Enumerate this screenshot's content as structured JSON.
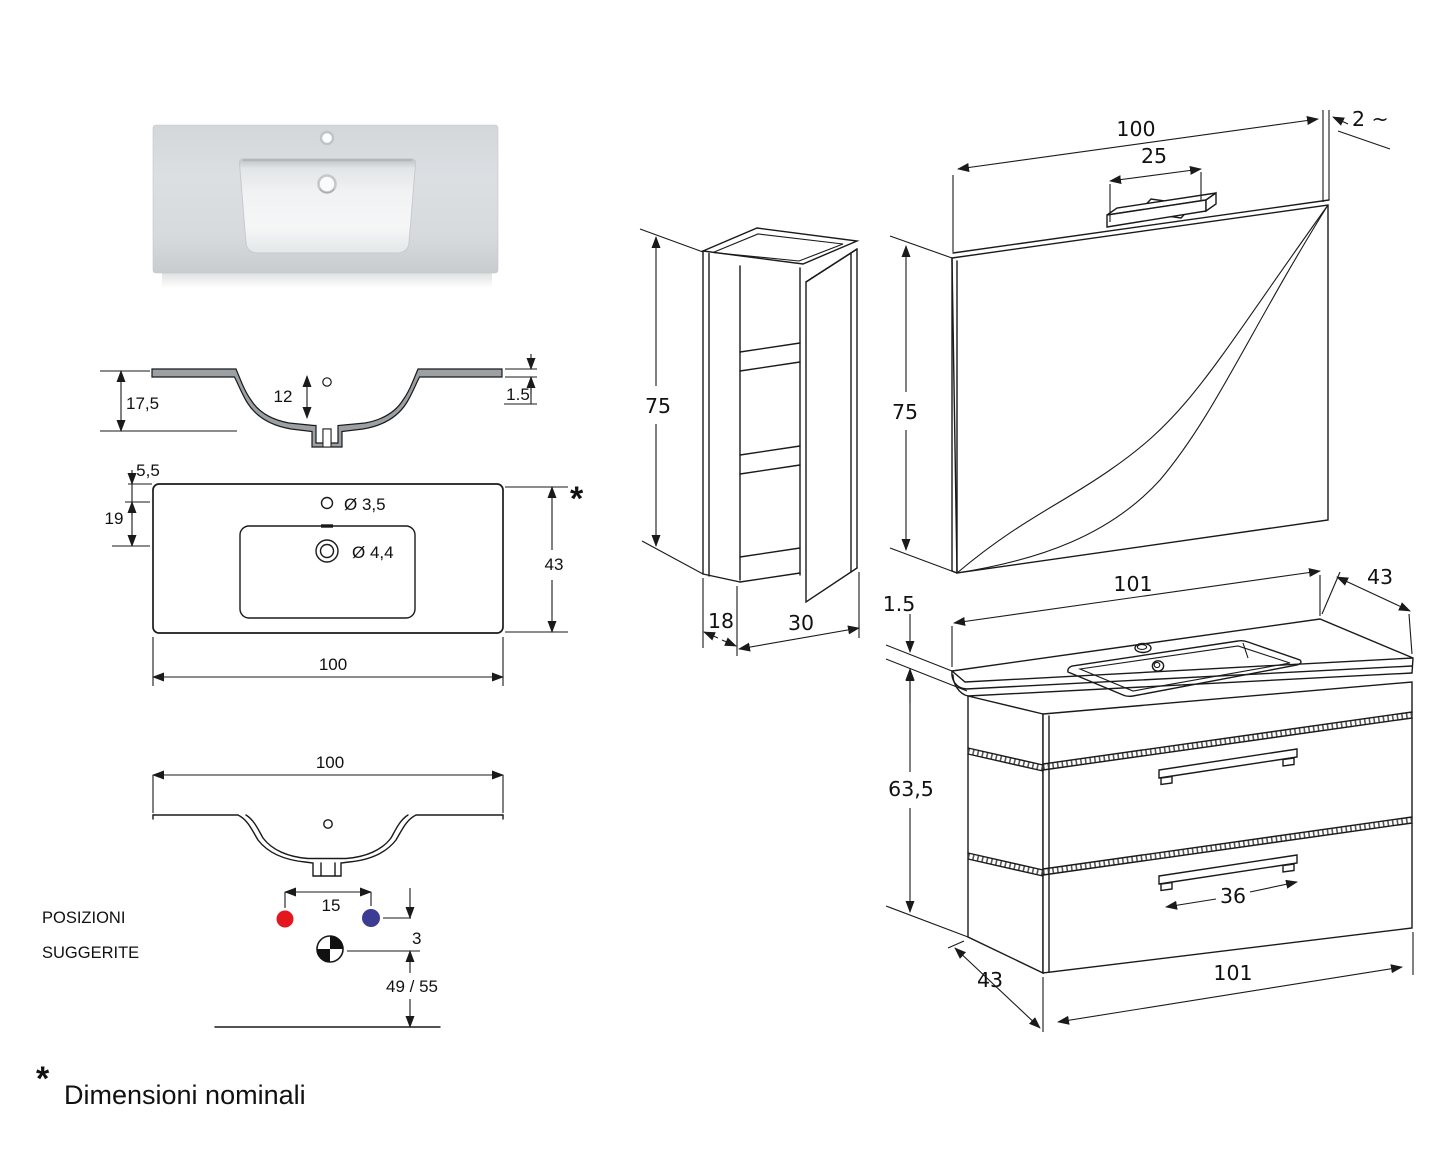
{
  "washbasin_section": {
    "total_height": "17,5",
    "basin_depth": "12",
    "rim_thickness": "1.5"
  },
  "washbasin_top_view": {
    "faucet_offset": "5,5",
    "drain_offset": "19",
    "faucet_hole": "Ø 3,5",
    "drain_hole": "Ø 4,4",
    "depth": "43",
    "width": "100",
    "nominal_mark": "*"
  },
  "positions_view": {
    "width": "100",
    "tap_spacing": "15",
    "drain_drop": "3",
    "drain_height_range": "49 / 55",
    "caption_line1": "POSIZIONI",
    "caption_line2": "SUGGERITE"
  },
  "wall_cabinet": {
    "height": "75",
    "depth": "18",
    "width": "30"
  },
  "mirror": {
    "width": "100",
    "lamp_width": "25",
    "thickness": "2 ~",
    "height": "75"
  },
  "vanity_unit": {
    "top_width": "101",
    "top_depth": "43",
    "top_thickness": "1.5",
    "cabinet_height": "63,5",
    "handle_width": "36",
    "bottom_width": "101",
    "bottom_depth": "43"
  },
  "footnote": {
    "asterisk": "*",
    "text": "Dimensioni nominali"
  },
  "colors": {
    "hot_dot": "#e3171d",
    "cold_dot": "#3d3c95",
    "line": "#1a1a1a",
    "ceramic_grey": "#9aa0a3"
  }
}
